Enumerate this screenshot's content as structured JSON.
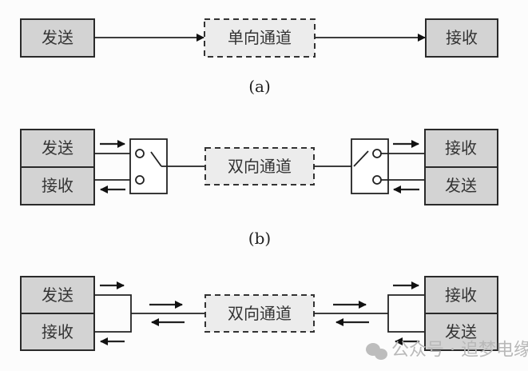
{
  "diagram": {
    "a": {
      "send": "发送",
      "channel": "单向通道",
      "receive": "接收",
      "caption": "(a)"
    },
    "b": {
      "left_top": "发送",
      "left_bottom": "接收",
      "channel": "双向通道",
      "right_top": "接收",
      "right_bottom": "发送",
      "caption": "(b)"
    },
    "c": {
      "left_top": "发送",
      "left_bottom": "接收",
      "channel": "双向通道",
      "right_top": "接收",
      "right_bottom": "发送"
    }
  },
  "watermark": {
    "icon": "wechat-icon",
    "text": "公众号 · 追梦电缘"
  }
}
